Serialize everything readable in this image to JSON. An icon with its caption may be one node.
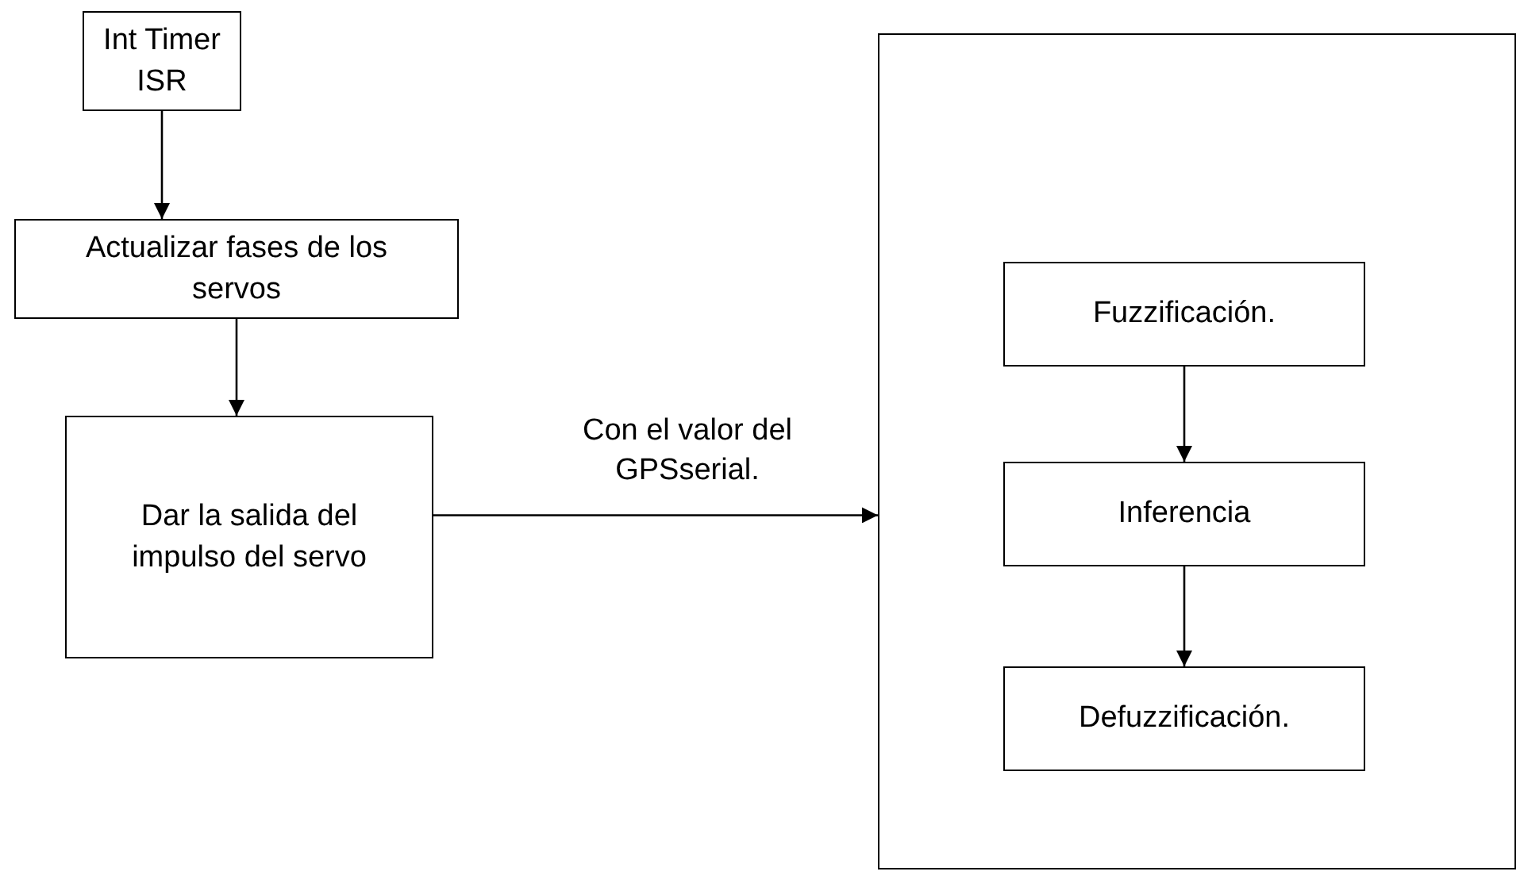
{
  "diagram": {
    "nodes": [
      {
        "text": [
          "Int Timer ISR"
        ]
      },
      {
        "text": [
          "Actualizar fases de los servos"
        ]
      },
      {
        "text": [
          "Dar la salida del impulso del servo"
        ]
      },
      {
        "text": [],
        "shape": "box"
      },
      {
        "text": [
          "Fuzzificación."
        ],
        "in": 3
      },
      {
        "text": [
          "Inferencia"
        ],
        "in": 3
      },
      {
        "text": [
          "Defuzzificación."
        ],
        "in": 3
      }
    ],
    "edges": [
      {
        "from": 0,
        "to": 1,
        "arrow": "to"
      },
      {
        "from": 1,
        "to": 2,
        "arrow": "to"
      },
      {
        "from": 2,
        "to": 3,
        "arrow": "to",
        "label": "Con el valor del GPSserial."
      },
      {
        "from": 4,
        "to": 5,
        "arrow": "to"
      },
      {
        "from": 5,
        "to": 6,
        "arrow": "to"
      }
    ]
  }
}
